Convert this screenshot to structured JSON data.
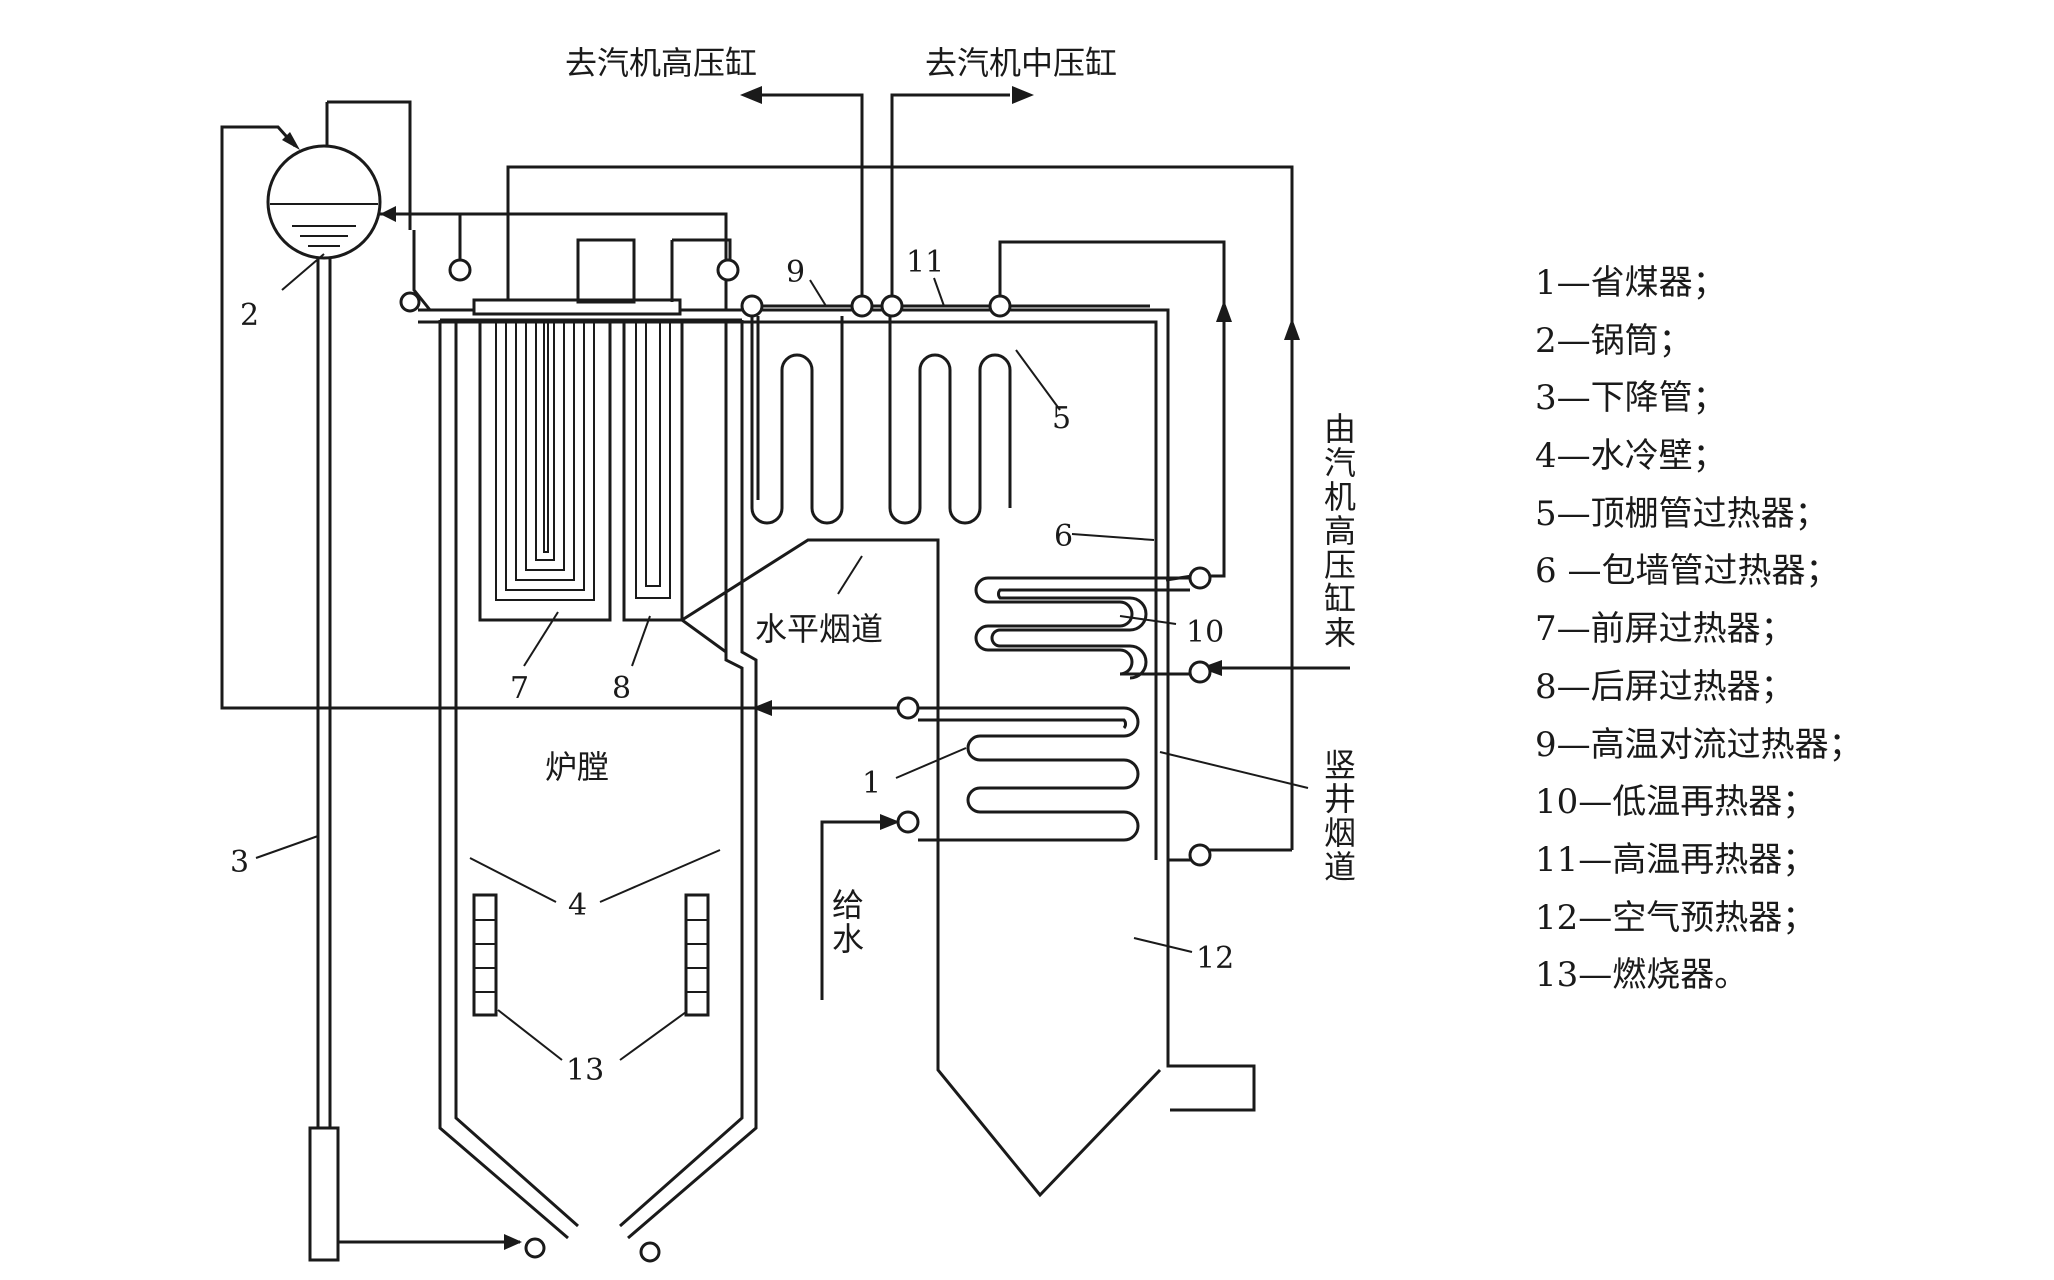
{
  "labels": {
    "to_hp_cylinder": "去汽机高压缸",
    "to_ip_cylinder": "去汽机中压缸",
    "from_hp_cylinder": "由汽机高压缸来",
    "horizontal_flue": "水平烟道",
    "furnace": "炉膛",
    "vertical_shaft": "竖井烟道",
    "feedwater": "给水"
  },
  "callouts": {
    "economizer": "1",
    "drum": "2",
    "downcomer": "3",
    "water_wall": "4",
    "roof_superheater": "5",
    "wall_superheater": "6",
    "front_platen": "7",
    "rear_platen": "8",
    "ht_convection_sh": "9",
    "lt_reheater": "10",
    "ht_reheater": "11",
    "air_preheater": "12",
    "burner": "13"
  },
  "legend": [
    "1—省煤器；",
    "2—锅筒；",
    "3—下降管；",
    "4—水冷壁；",
    "5—顶棚管过热器；",
    "6 —包墙管过热器；",
    "7—前屏过热器；",
    "8—后屏过热器；",
    "9—高温对流过热器；",
    "10—低温再热器；",
    "11—高温再热器；",
    "12—空气预热器；",
    "13—燃烧器。"
  ]
}
